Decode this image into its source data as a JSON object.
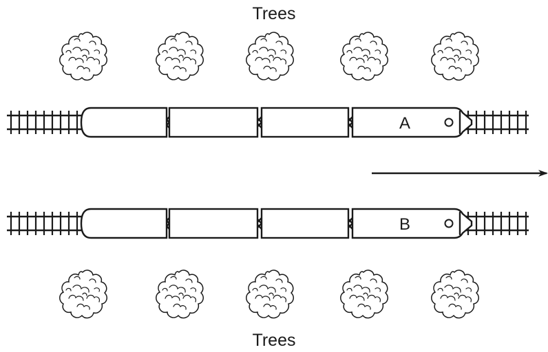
{
  "labels": {
    "top_trees": "Trees",
    "bottom_trees": "Trees"
  },
  "trains": [
    {
      "label": "A",
      "cars": 4
    },
    {
      "label": "B",
      "cars": 4
    }
  ],
  "tree_rows": [
    {
      "position": "top",
      "count": 5
    },
    {
      "position": "bottom",
      "count": 5
    }
  ],
  "motion_arrow": {
    "direction": "right"
  }
}
